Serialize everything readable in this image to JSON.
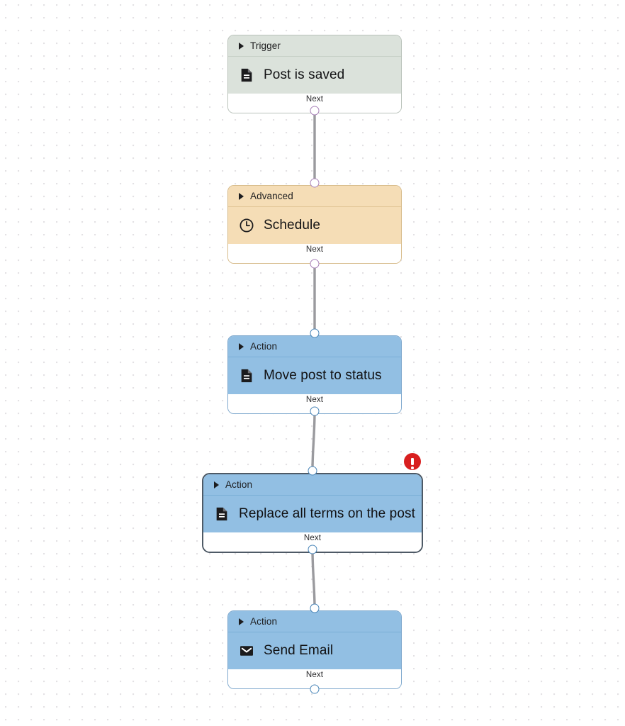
{
  "canvas": {
    "grid": "dot-grid",
    "background_color": "#ffffff",
    "dot_color": "#e3e1e4"
  },
  "colors": {
    "trigger_fill": "#dbe2db",
    "advanced_fill": "#f5ddb6",
    "action_fill": "#92bfe3",
    "selected_border": "#4e5a66",
    "error_badge": "#d81f1f",
    "edge_line": "#9a9a9e",
    "port_purple": "#a882b8",
    "port_blue": "#4a86b8"
  },
  "nodes": [
    {
      "id": "node-trigger-post-is-saved",
      "category": "trigger",
      "header_label": "Trigger",
      "title": "Post is saved",
      "icon": "document-icon",
      "footer_label": "Next",
      "selected": false,
      "has_error": false
    },
    {
      "id": "node-advanced-schedule",
      "category": "advanced",
      "header_label": "Advanced",
      "title": "Schedule",
      "icon": "clock-icon",
      "footer_label": "Next",
      "selected": false,
      "has_error": false
    },
    {
      "id": "node-action-move-post-to-status",
      "category": "action",
      "header_label": "Action",
      "title": "Move post to status",
      "icon": "document-icon",
      "footer_label": "Next",
      "selected": false,
      "has_error": false
    },
    {
      "id": "node-action-replace-all-terms-on-the-post",
      "category": "action",
      "header_label": "Action",
      "title": "Replace all terms on the post",
      "icon": "document-icon",
      "footer_label": "Next",
      "selected": true,
      "has_error": true,
      "error_symbol": "!"
    },
    {
      "id": "node-action-send-email",
      "category": "action",
      "header_label": "Action",
      "title": "Send Email",
      "icon": "envelope-icon",
      "footer_label": "Next",
      "selected": false,
      "has_error": false
    }
  ]
}
